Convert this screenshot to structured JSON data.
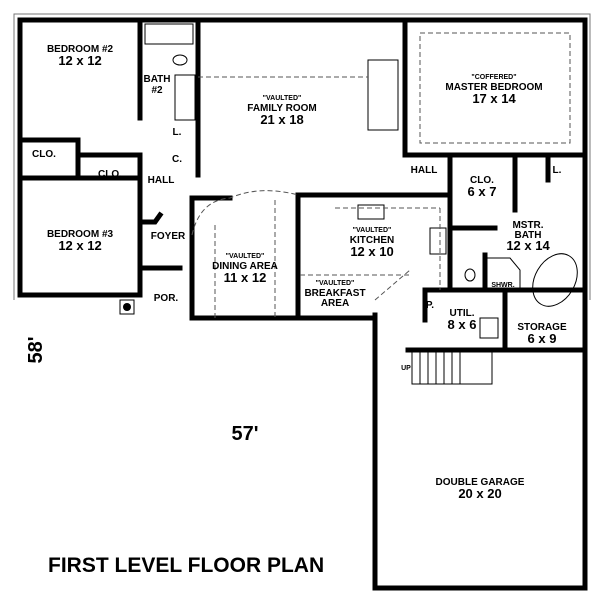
{
  "title": "FIRST LEVEL FLOOR PLAN",
  "dimensions": {
    "width": "57'",
    "depth": "58'"
  },
  "rooms": {
    "bedroom2": {
      "name": "BEDROOM #2",
      "size": "12 x 12"
    },
    "bath2": {
      "name": "BATH",
      "name2": "#2"
    },
    "family": {
      "note": "\"VAULTED\"",
      "name": "FAMILY ROOM",
      "size": "21 x 18"
    },
    "master": {
      "note": "\"COFFERED\"",
      "name": "MASTER BEDROOM",
      "size": "17 x 14"
    },
    "clo_b2": {
      "name": "CLO."
    },
    "clo_b3": {
      "name": "CLO."
    },
    "linen": {
      "name": "L."
    },
    "coat": {
      "name": "C."
    },
    "hall_left": {
      "name": "HALL"
    },
    "hall_right": {
      "name": "HALL"
    },
    "clo_master": {
      "name": "CLO.",
      "size": "6 x 7"
    },
    "linen_master": {
      "name": "L."
    },
    "bedroom3": {
      "name": "BEDROOM #3",
      "size": "12 x 12"
    },
    "foyer": {
      "name": "FOYER"
    },
    "dining": {
      "note": "\"VAULTED\"",
      "name": "DINING AREA",
      "size": "11 x 12"
    },
    "kitchen": {
      "note": "\"VAULTED\"",
      "name": "KITCHEN",
      "size": "12 x 10"
    },
    "mstr_bath": {
      "name": "MSTR.",
      "name2": "BATH",
      "size": "12 x 14"
    },
    "shower": {
      "name": "SHWR."
    },
    "porch": {
      "name": "POR."
    },
    "breakfast": {
      "note": "\"VAULTED\"",
      "name": "BREAKFAST",
      "name2": "AREA"
    },
    "pantry": {
      "name": "P."
    },
    "util": {
      "name": "UTIL.",
      "size": "8 x 6"
    },
    "storage": {
      "name": "STORAGE",
      "size": "6 x 9"
    },
    "stairs": {
      "name": "UP"
    },
    "garage": {
      "name": "DOUBLE GARAGE",
      "size": "20 x 20"
    }
  }
}
